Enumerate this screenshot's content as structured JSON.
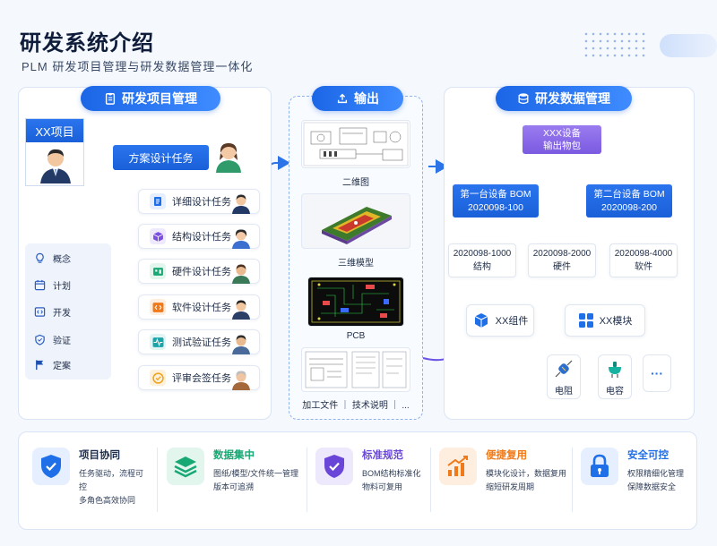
{
  "header": {
    "title": "研发系统介绍",
    "subtitle": "PLM 研发项目管理与研发数据管理一体化"
  },
  "left": {
    "header": "研发项目管理",
    "project": "XX项目",
    "scheme_task": "方案设计任务",
    "tasks": [
      {
        "label": "详细设计任务",
        "icon": "document-icon"
      },
      {
        "label": "结构设计任务",
        "icon": "cube-icon"
      },
      {
        "label": "硬件设计任务",
        "icon": "chip-icon"
      },
      {
        "label": "软件设计任务",
        "icon": "code-icon"
      },
      {
        "label": "测试验证任务",
        "icon": "pulse-icon"
      },
      {
        "label": "评审会签任务",
        "icon": "check-shield-icon"
      }
    ],
    "stages": [
      {
        "label": "概念",
        "icon": "bulb-icon"
      },
      {
        "label": "计划",
        "icon": "calendar-icon"
      },
      {
        "label": "开发",
        "icon": "code-window-icon"
      },
      {
        "label": "验证",
        "icon": "shield-icon"
      },
      {
        "label": "定案",
        "icon": "flag-icon"
      }
    ]
  },
  "middle": {
    "header": "输出",
    "outputs": [
      {
        "label": "二维图"
      },
      {
        "label": "三维模型"
      },
      {
        "label": "PCB"
      },
      {
        "label": "加工文件 ｜ 技术说明 ｜ ..."
      }
    ]
  },
  "right": {
    "header": "研发数据管理",
    "root_line1": "XXX设备",
    "root_line2": "输出物包",
    "bom1_line1": "第一台设备 BOM",
    "bom1_line2": "2020098-100",
    "bom2_line1": "第二台设备 BOM",
    "bom2_line2": "2020098-200",
    "parts": [
      {
        "code": "2020098-1000",
        "name": "结构"
      },
      {
        "code": "2020098-2000",
        "name": "硬件"
      },
      {
        "code": "2020098-4000",
        "name": "软件"
      }
    ],
    "component": "XX组件",
    "module": "XX模块",
    "resistor": "电阻",
    "capacitor": "电容",
    "more": "···"
  },
  "features": [
    {
      "title": "项目协同",
      "line1": "任务驱动，流程可控",
      "line2": "多角色高效协同",
      "color": "#1f6fe8",
      "bg": "#e6efff",
      "icon": "shield-check-icon"
    },
    {
      "title": "数据集中",
      "line1": "图纸/模型/文件统一管理",
      "line2": "版本可追溯",
      "color": "#18a874",
      "bg": "#e3f6ee",
      "icon": "layers-icon"
    },
    {
      "title": "标准规范",
      "line1": "BOM结构标准化",
      "line2": "物料可复用",
      "color": "#6a46d8",
      "bg": "#eee8fc",
      "icon": "badge-check-icon"
    },
    {
      "title": "便捷复用",
      "line1": "模块化设计，数据复用",
      "line2": "缩短研发周期",
      "color": "#f07a1a",
      "bg": "#fdeee0",
      "icon": "trend-icon"
    },
    {
      "title": "安全可控",
      "line1": "权限精细化管理",
      "line2": "保障数据安全",
      "color": "#1f6fe8",
      "bg": "#e6efff",
      "icon": "lock-icon"
    }
  ]
}
